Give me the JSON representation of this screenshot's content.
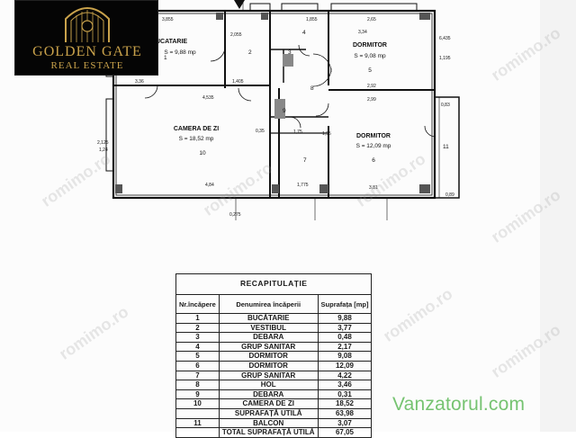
{
  "logo": {
    "name": "GOLDEN GATE",
    "subtitle": "REAL ESTATE",
    "gold_color": "#c9a24b"
  },
  "floor_plan": {
    "rooms": [
      {
        "number": "1",
        "name": "BUCATARIE",
        "area": "S = 9,88 mp"
      },
      {
        "number": "5",
        "name": "DORMITOR",
        "area": "S = 9,08 mp"
      },
      {
        "number": "10",
        "name": "CAMERA DE ZI",
        "area": "S = 18,52 mp"
      },
      {
        "number": "6",
        "name": "DORMITOR",
        "area": "S = 12,09 mp"
      }
    ],
    "room_numbers": [
      "2",
      "3",
      "4",
      "7",
      "8",
      "9",
      "11"
    ],
    "dimensions": {
      "d_3855": "3,855",
      "d_1855": "1,855",
      "d_265": "2,65",
      "d_6435": "6,435",
      "d_3_36": "3,36",
      "d_4_535": "4,535",
      "d_1_405": "1,405",
      "d_3_34": "3,34",
      "d_2_92": "2,92",
      "d_2_99": "2,99",
      "d_1_75": "1,75",
      "d_4_84": "4,84",
      "d_1_775": "1,775",
      "d_3_81": "3,81",
      "d_0_89": "0,89",
      "d_0_35": "0,35",
      "d_2_125": "2,125",
      "d_1_24": "1,24",
      "d_2_055": "2,055",
      "d_1_95": "1,95",
      "d_1_195": "1,195",
      "d_0_275": "0,275",
      "d_0_83": "0,83"
    }
  },
  "recap": {
    "title": "RECAPITULAȚIE",
    "headers": {
      "number": "Nr.încăpere",
      "name": "Denumirea încăperii",
      "area": "Suprafața [mp]"
    },
    "rows": [
      {
        "nr": "1",
        "name": "BUCĂTARIE",
        "area": "9,88"
      },
      {
        "nr": "2",
        "name": "VESTIBUL",
        "area": "3,77"
      },
      {
        "nr": "3",
        "name": "DEBARA",
        "area": "0,48"
      },
      {
        "nr": "4",
        "name": "GRUP SANITAR",
        "area": "2,17"
      },
      {
        "nr": "5",
        "name": "DORMITOR",
        "area": "9,08"
      },
      {
        "nr": "6",
        "name": "DORMITOR",
        "area": "12,09"
      },
      {
        "nr": "7",
        "name": "GRUP SANITAR",
        "area": "4,22"
      },
      {
        "nr": "8",
        "name": "HOL",
        "area": "3,46"
      },
      {
        "nr": "9",
        "name": "DEBARA",
        "area": "0,31"
      },
      {
        "nr": "10",
        "name": "CAMERA DE ZI",
        "area": "18,52"
      }
    ],
    "usable": {
      "name": "SUPRAFAȚĂ UTILĂ",
      "area": "63,98"
    },
    "balcony": {
      "nr": "11",
      "name": "BALCON",
      "area": "3,07"
    },
    "total": {
      "name": "TOTAL SUPRAFAȚĂ UTILĂ",
      "area": "67,05"
    }
  },
  "watermarks": {
    "site": "Vanzatorul.com",
    "site_color": "#6fc16a",
    "romimo": "romimo.ro"
  }
}
